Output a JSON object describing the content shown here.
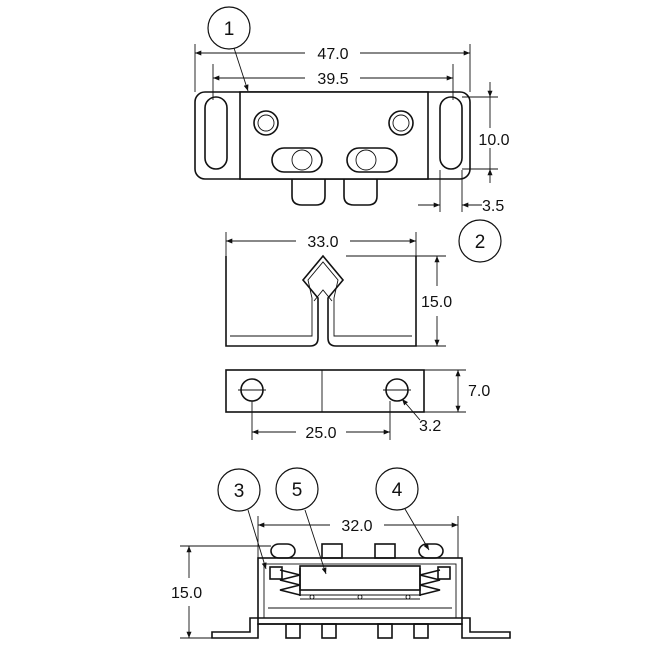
{
  "callouts": [
    "1",
    "2",
    "3",
    "4",
    "5"
  ],
  "dimensions": {
    "top_overall_length": "47.0",
    "top_body_length": "39.5",
    "top_height": "10.0",
    "top_slot_width": "3.5",
    "spring_width": "33.0",
    "spring_height": "15.0",
    "plate_hole_spacing": "25.0",
    "plate_height": "7.0",
    "plate_hole_diameter": "3.2",
    "assembly_width": "32.0",
    "assembly_height": "15.0"
  }
}
